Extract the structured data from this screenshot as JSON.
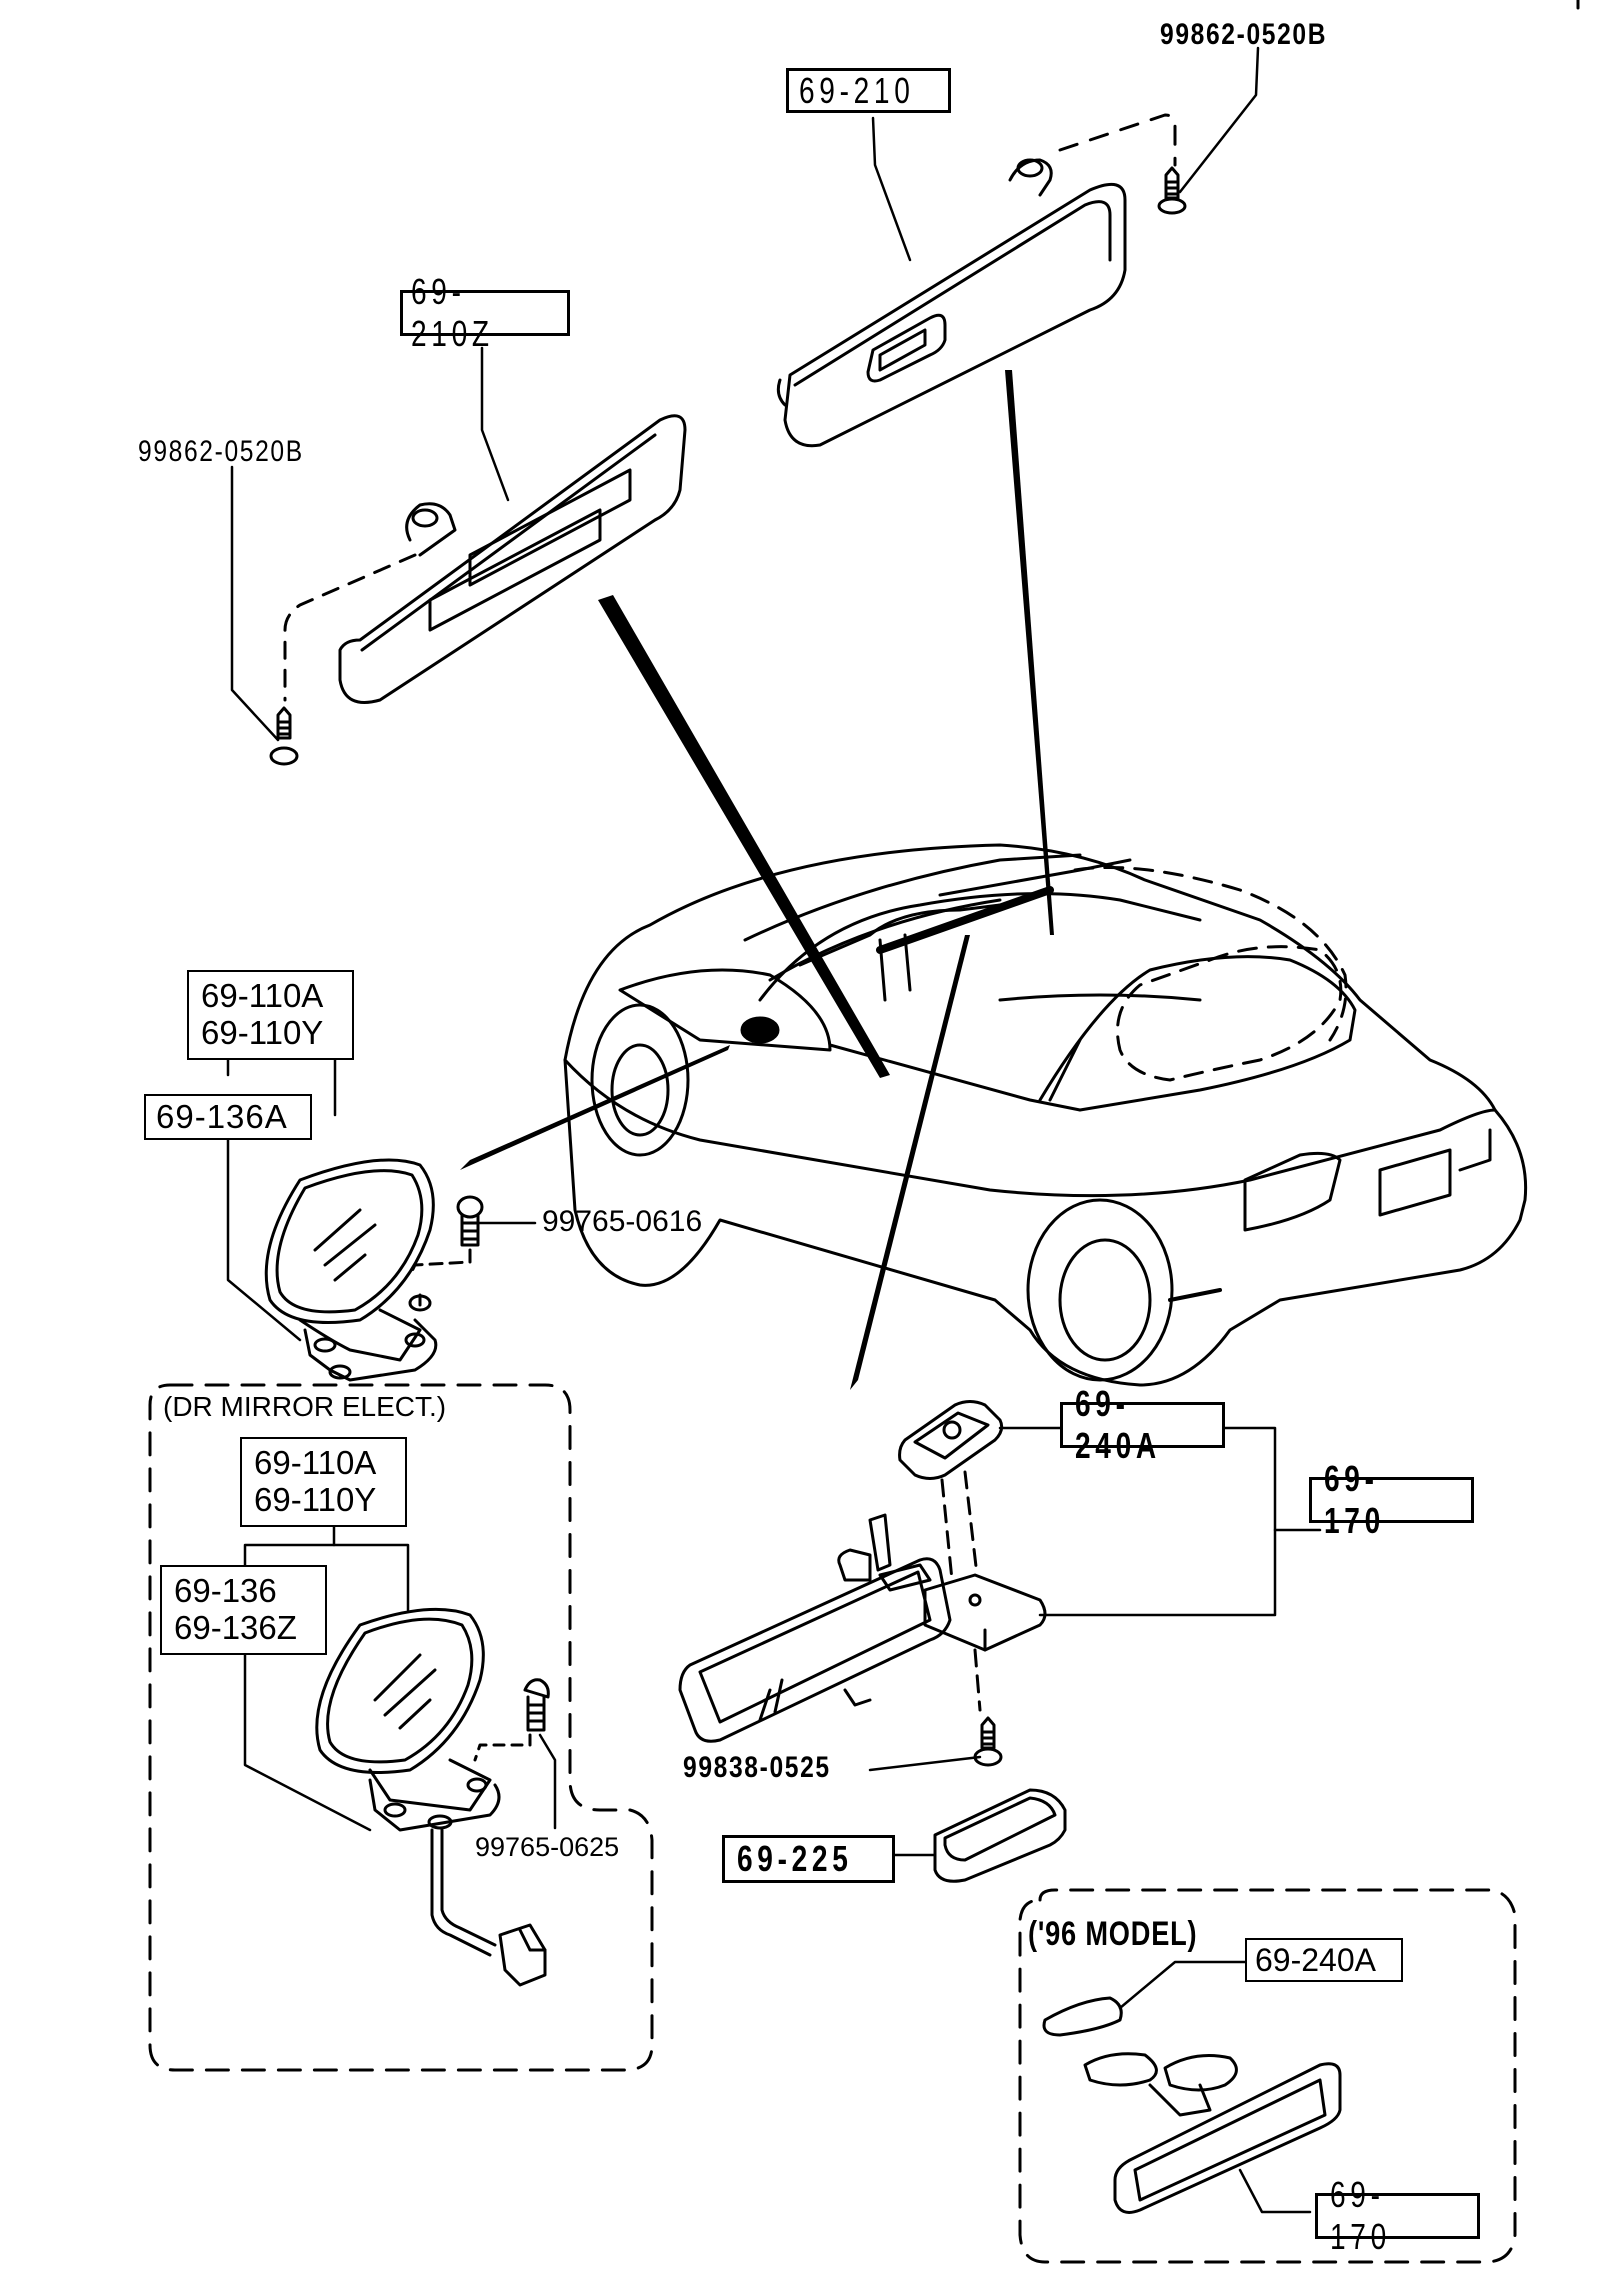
{
  "diagram": {
    "title": "Sun visor, door mirror and rearview mirror parts diagram",
    "colors": {
      "ink": "#000000",
      "paper": "#ffffff"
    }
  },
  "callouts": {
    "visor_right_box": "69-210",
    "visor_right_screw": "99862-0520B",
    "visor_left_box": "69-210Z",
    "visor_left_screw": "99862-0520B",
    "door_mirror_std": {
      "mirror_boxes": [
        "69-110A",
        "69-110Y"
      ],
      "glass_box": "69-136A",
      "screw": "99765-0616"
    },
    "door_mirror_elect": {
      "section_title": "(DR MIRROR ELECT.)",
      "mirror_boxes": [
        "69-110A",
        "69-110Y"
      ],
      "glass_boxes": [
        "69-136",
        "69-136Z"
      ],
      "screw": "99765-0625"
    },
    "rear_mirror": {
      "cover_box": "69-240A",
      "mirror_box": "69-170",
      "screw": "99838-0525",
      "pad_box": "69-225"
    },
    "model_96": {
      "section_title": "('96 MODEL)",
      "cover_box": "69-240A",
      "mirror_box": "69-170"
    }
  }
}
